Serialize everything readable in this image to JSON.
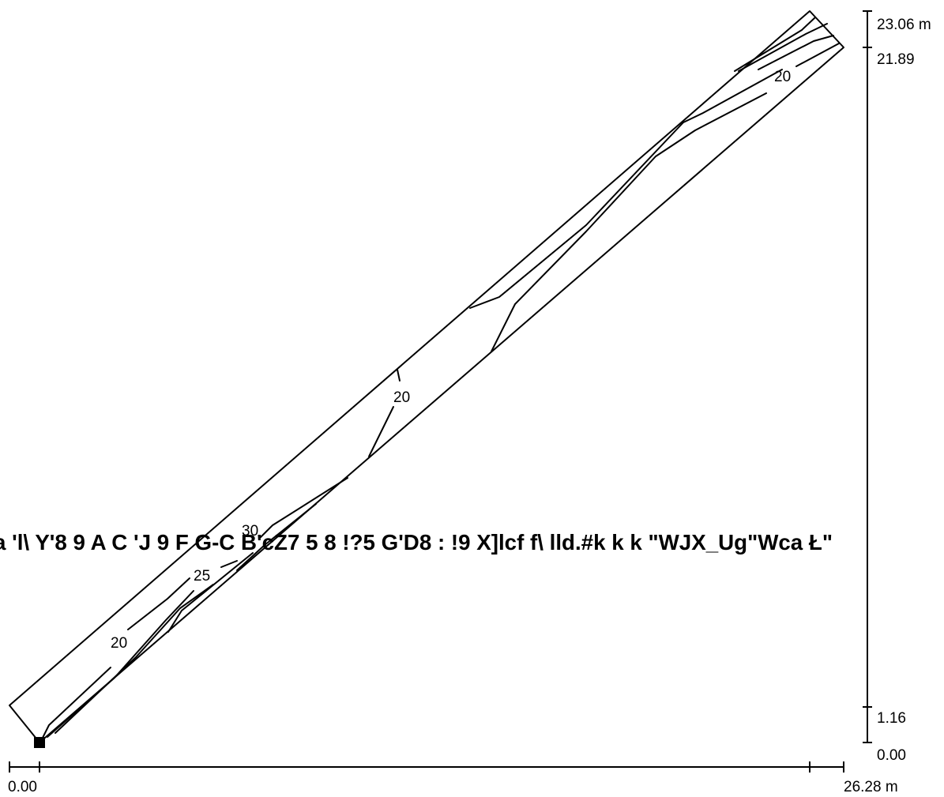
{
  "vertical_scale": {
    "top_label": "23.06 m",
    "upper_label": "21.89",
    "lower_label": "1.16",
    "bottom_label": "0.00"
  },
  "horizontal_scale": {
    "left_label": "0.00",
    "right_label": "26.28 m"
  },
  "contour_labels": [
    "20",
    "20",
    "30",
    "25",
    "20"
  ],
  "watermark_text": "a 'l\\ Y'8 9 A C 'J 9 F G-C B'cZ7 5 8 !?5 G'D8 : !9 X]lcf f\\ lld.#k k k \"WJX_Ug\"Wca Ł\"",
  "colors": {
    "line": "#000000",
    "background": "#ffffff"
  }
}
